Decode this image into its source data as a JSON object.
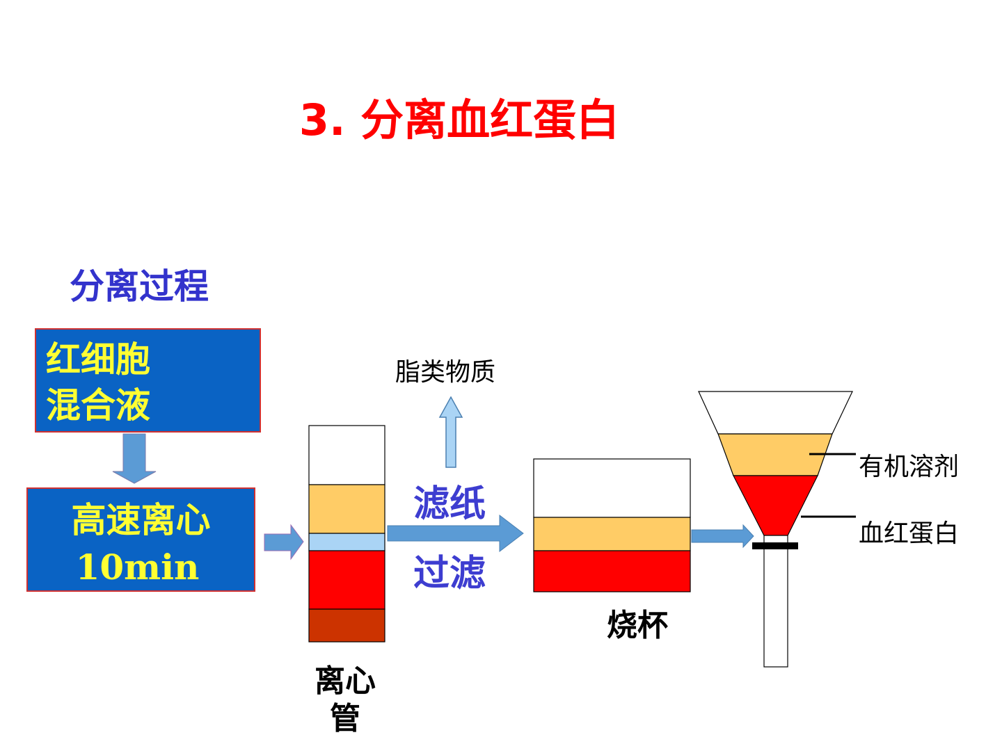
{
  "title": "3. 分离血红蛋白",
  "subtitle": "分离过程",
  "box1": {
    "line1": "红细胞",
    "line2": "混合液"
  },
  "box2": {
    "line1": "高速离心",
    "line2": "10min"
  },
  "filter_top": "滤纸",
  "filter_bottom": "过滤",
  "lipid_label": "脂类物质",
  "tube_label_line1": "离心",
  "tube_label_line2": "管",
  "beaker_label": "烧杯",
  "organic_solvent_label": "有机溶剂",
  "hemoglobin_label": "血红蛋白",
  "colors": {
    "title_red": "#ff0000",
    "blue_text": "#3d3dd0",
    "box_blue": "#0a63c4",
    "box_text_yellow": "#ffff33",
    "layer_orange": "#ffcc66",
    "layer_light_blue": "#aad4f5",
    "layer_red": "#ff0000",
    "layer_dark_red": "#cc3300",
    "arrow_blue": "#5b9bd5"
  }
}
